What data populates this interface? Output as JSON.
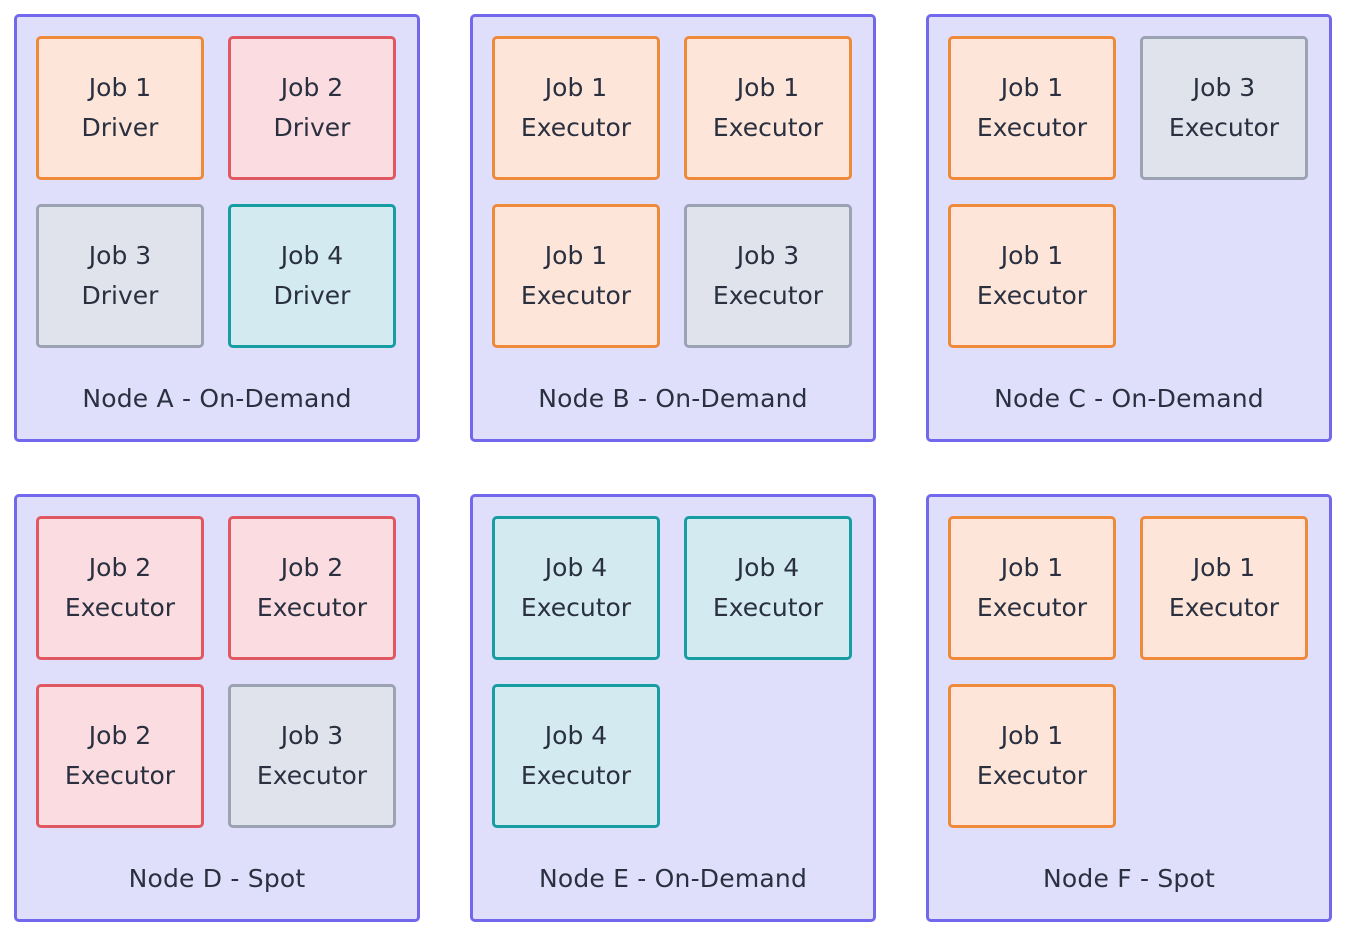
{
  "nodes": [
    {
      "label": "Node A - On-Demand",
      "tasks": [
        {
          "job": "Job 1",
          "role": "Driver",
          "style": "job1"
        },
        {
          "job": "Job 2",
          "role": "Driver",
          "style": "job2"
        },
        {
          "job": "Job 3",
          "role": "Driver",
          "style": "job3"
        },
        {
          "job": "Job 4",
          "role": "Driver",
          "style": "job4"
        }
      ]
    },
    {
      "label": "Node B - On-Demand",
      "tasks": [
        {
          "job": "Job 1",
          "role": "Executor",
          "style": "job1"
        },
        {
          "job": "Job 1",
          "role": "Executor",
          "style": "job1"
        },
        {
          "job": "Job 1",
          "role": "Executor",
          "style": "job1"
        },
        {
          "job": "Job 3",
          "role": "Executor",
          "style": "job3"
        }
      ]
    },
    {
      "label": "Node C - On-Demand",
      "tasks": [
        {
          "job": "Job 1",
          "role": "Executor",
          "style": "job1"
        },
        {
          "job": "Job 3",
          "role": "Executor",
          "style": "job3"
        },
        {
          "job": "Job 1",
          "role": "Executor",
          "style": "job1"
        }
      ]
    },
    {
      "label": "Node D - Spot",
      "tasks": [
        {
          "job": "Job 2",
          "role": "Executor",
          "style": "job2"
        },
        {
          "job": "Job 2",
          "role": "Executor",
          "style": "job2"
        },
        {
          "job": "Job 2",
          "role": "Executor",
          "style": "job2"
        },
        {
          "job": "Job 3",
          "role": "Executor",
          "style": "job3"
        }
      ]
    },
    {
      "label": "Node E - On-Demand",
      "tasks": [
        {
          "job": "Job 4",
          "role": "Executor",
          "style": "job4"
        },
        {
          "job": "Job 4",
          "role": "Executor",
          "style": "job4"
        },
        {
          "job": "Job 4",
          "role": "Executor",
          "style": "job4"
        }
      ]
    },
    {
      "label": "Node F - Spot",
      "tasks": [
        {
          "job": "Job 1",
          "role": "Executor",
          "style": "job1"
        },
        {
          "job": "Job 1",
          "role": "Executor",
          "style": "job1"
        },
        {
          "job": "Job 1",
          "role": "Executor",
          "style": "job1"
        }
      ]
    }
  ],
  "colors": {
    "node_fill": "#dfdffb",
    "node_border": "#7367ec",
    "job1_fill": "#fde5d9",
    "job1_border": "#ef8a3a",
    "job2_fill": "#fbdde1",
    "job2_border": "#df5862",
    "job3_fill": "#e0e3ec",
    "job3_border": "#9aa2b3",
    "job4_fill": "#d3ebf0",
    "job4_border": "#159d9f"
  }
}
